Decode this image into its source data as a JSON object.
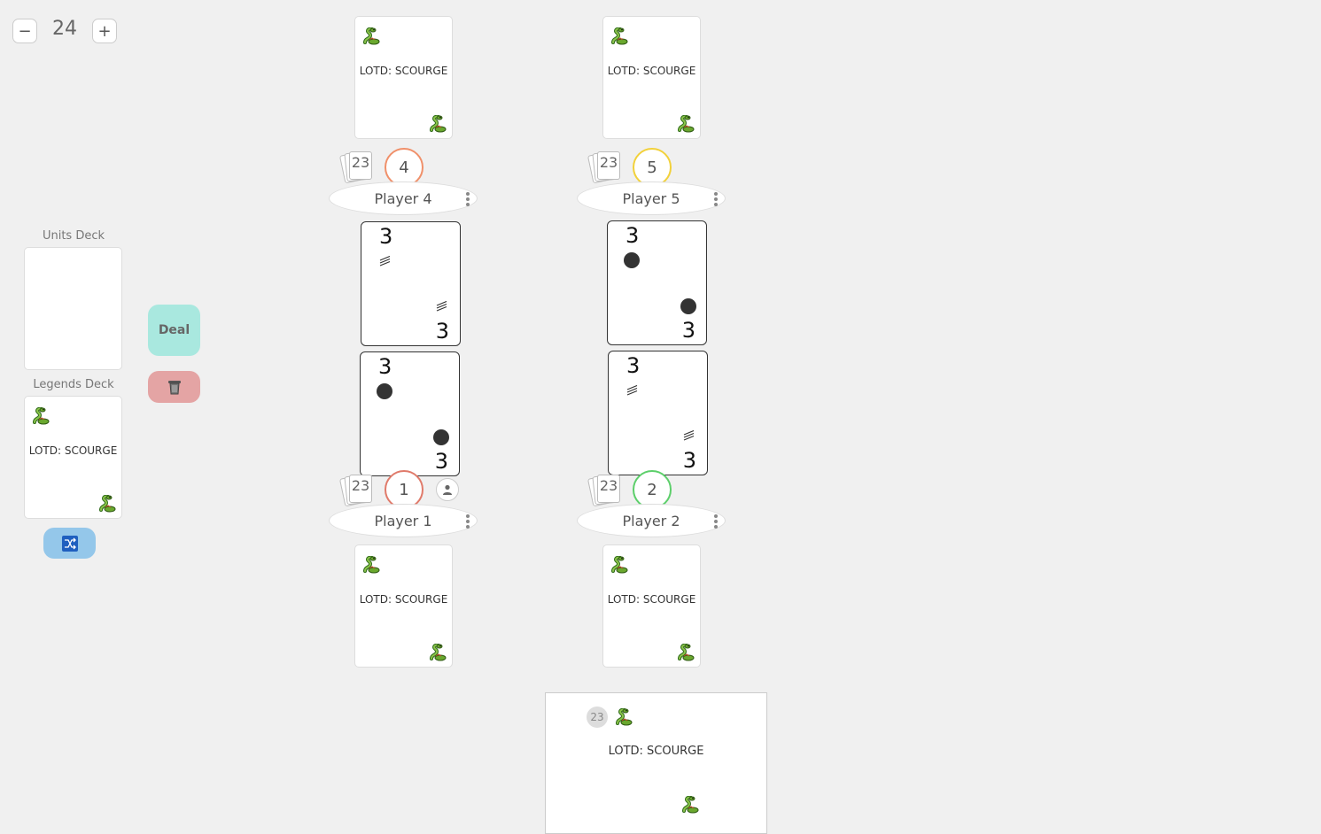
{
  "counter": {
    "minus": "−",
    "value": "24",
    "plus": "+"
  },
  "units_deck": {
    "label": "Units Deck"
  },
  "legends_deck": {
    "label": "Legends Deck",
    "card_name": "LOTD: SCOURGE"
  },
  "controls": {
    "deal": "Deal"
  },
  "players": [
    {
      "seat": "4",
      "name": "Player 4",
      "hand_count": "23",
      "legend": "LOTD: SCOURGE",
      "unit_value": "3",
      "accent": "#f0906a"
    },
    {
      "seat": "5",
      "name": "Player 5",
      "hand_count": "23",
      "legend": "LOTD: SCOURGE",
      "unit_value": "3",
      "accent": "#f2d13a"
    },
    {
      "seat": "1",
      "name": "Player 1",
      "hand_count": "23",
      "legend": "LOTD: SCOURGE",
      "unit_value": "3",
      "accent": "#e07a6a"
    },
    {
      "seat": "2",
      "name": "Player 2",
      "hand_count": "23",
      "legend": "LOTD: SCOURGE",
      "unit_value": "3",
      "accent": "#5ccf6a"
    }
  ],
  "preview": {
    "badge": "23",
    "card_name": "LOTD: SCOURGE"
  }
}
